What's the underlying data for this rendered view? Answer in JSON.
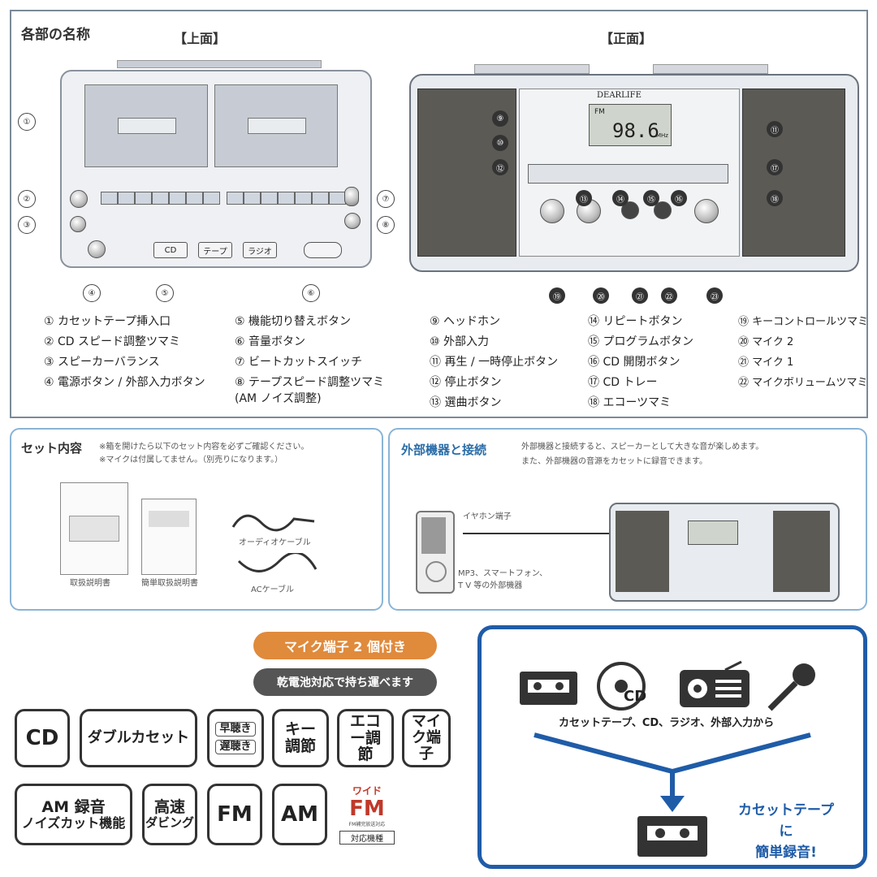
{
  "parts": {
    "title": "各部の名称",
    "top_view_label": "【上面】",
    "front_view_label": "【正面】",
    "brand": "DEARLIFE",
    "display_band": "FM",
    "display_freq": "98.6",
    "display_unit": "MHz",
    "top_buttons": {
      "cd": "CD",
      "tape": "テープ",
      "radio": "ラジオ"
    },
    "legend_col1": [
      "① カセットテープ挿入口",
      "② CD スピード調整ツマミ",
      "③ スピーカーバランス",
      "④ 電源ボタン / 外部入力ボタン"
    ],
    "legend_col2": [
      "⑤ 機能切り替えボタン",
      "⑥ 音量ボタン",
      "⑦ ビートカットスイッチ",
      "⑧ テープスピード調整ツマミ",
      "(AM ノイズ調整)"
    ],
    "legend_col3": [
      "⑨ ヘッドホン",
      "⑩ 外部入力",
      "⑪ 再生 / 一時停止ボタン",
      "⑫ 停止ボタン",
      "⑬ 選曲ボタン"
    ],
    "legend_col4": [
      "⑭ リピートボタン",
      "⑮ プログラムボタン",
      "⑯ CD 開閉ボタン",
      "⑰ CD トレー",
      "⑱ エコーツマミ"
    ],
    "legend_col5": [
      "⑲ キーコントロールツマミ",
      "⑳ マイク 2",
      "㉑ マイク 1",
      "㉒ マイクボリュームツマミ"
    ],
    "top_callouts": [
      "①",
      "②",
      "③",
      "④",
      "⑤",
      "⑥",
      "⑦",
      "⑧"
    ],
    "front_callouts": [
      "⑨",
      "⑩",
      "⑪",
      "⑫",
      "⑬",
      "⑭",
      "⑮",
      "⑯",
      "⑰",
      "⑱",
      "⑲",
      "⑳",
      "㉑",
      "㉒",
      "㉓"
    ]
  },
  "set_contents": {
    "title": "セット内容",
    "note1": "※箱を開けたら以下のセット内容を必ずご確認ください。",
    "note2": "※マイクは付属してません。（別売りになります。）",
    "manual": "取扱説明書",
    "quick_manual": "簡単取扱説明書",
    "audio_cable": "オーディオケーブル",
    "ac_cable": "ACケーブル"
  },
  "external": {
    "title": "外部機器と接続",
    "desc1": "外部機器と接続すると、スピーカーとして大きな音が楽しめます。",
    "desc2": "また、外部機器の音源をカセットに録音できます。",
    "jack_label": "イヤホン端子",
    "device_label1": "MP3、スマートフォン、",
    "device_label2": "T V 等の外部機器"
  },
  "badges": {
    "mic": "マイク端子 2 個付き",
    "battery": "乾電池対応で持ち運べます"
  },
  "features": {
    "cd": "CD",
    "double_cassette": "ダブルカセット",
    "fast": "早聴き",
    "slow": "遅聴き",
    "key": "キー調節",
    "echo": "エコー調節",
    "mic": "マイク端子",
    "am_rec": "AM 録音",
    "noise_cut": "ノイズカット機能",
    "high_speed": "高速",
    "dubbing": "ダビング",
    "fm": "FM",
    "am": "AM",
    "wide": "ワイド",
    "wide_fm": "FM",
    "wide_note": "FM補完放送対応",
    "compatible": "対応機種"
  },
  "recording": {
    "sources": "カセットテープ、CD、ラジオ、外部入力から",
    "cd_icon_label": "CD",
    "result1": "カセットテープ",
    "result2": "に",
    "result3": "簡単録音!"
  },
  "colors": {
    "accent_blue": "#1f5ca8",
    "orange": "#e08a3c",
    "frame": "#7a8a99"
  }
}
